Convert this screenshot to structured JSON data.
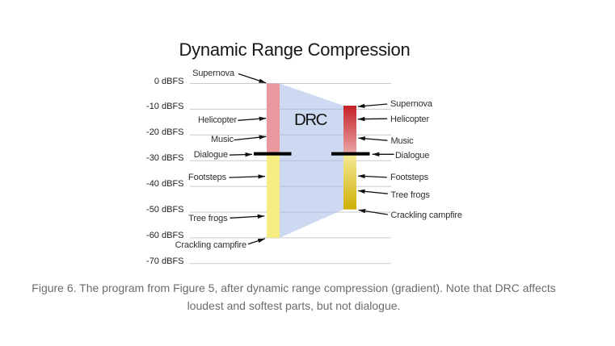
{
  "title": "Dynamic Range Compression",
  "drc_label": "DRC",
  "axis": {
    "unit": "dBFS",
    "ticks": [
      "0 dBFS",
      "-10 dBFS",
      "-20 dBFS",
      "-30 dBFS",
      "-40 dBFS",
      "-50 dBFS",
      "-60 dBFS",
      "-70 dBFS"
    ]
  },
  "labels": {
    "left": [
      "Supernova",
      "Helicopter",
      "Music",
      "Dialogue",
      "Footsteps",
      "Tree frogs",
      "Crackling campfire"
    ],
    "right": [
      "Supernova",
      "Helicopter",
      "Music",
      "Dialogue",
      "Footsteps",
      "Tree frogs",
      "Crackling campfire"
    ]
  },
  "caption": {
    "line1": "Figure 6. The program from Figure 5, after dynamic range compression (gradient). Note that DRC affects",
    "line2": "loudest and softest parts, but not dialogue."
  },
  "colors": {
    "bar_pink": "#e9999d",
    "bar_yellow": "#f6ec84",
    "gradient_red_top": "#c32127",
    "gradient_red_bottom": "#eca7a8",
    "gradient_yellow_top": "#f5ec98",
    "gradient_yellow_bottom": "#cfae06",
    "drc_trapezoid_blue": "#cdd9f0",
    "gridline": "#c9c9c9",
    "gridline_on_blue": "#b3bfd8",
    "dialogue_marker": "#000000",
    "arrow": "#111111",
    "caption_text": "#6b6b70"
  },
  "diagram_data": {
    "type": "before_after_dynamic_range",
    "unit": "dBFS",
    "axis_range": [
      0,
      -70
    ],
    "before_range_dbfs": [
      0,
      -60
    ],
    "after_range_dbfs": [
      -8.6,
      -49
    ],
    "dialogue_level_dbfs": -27.5,
    "items": [
      {
        "name": "Supernova",
        "before_dbfs": 0,
        "after_dbfs": -8.6
      },
      {
        "name": "Helicopter",
        "before_dbfs": -13.5,
        "after_dbfs": -14
      },
      {
        "name": "Music",
        "before_dbfs": -20.5,
        "after_dbfs": -21
      },
      {
        "name": "Dialogue",
        "before_dbfs": -27.5,
        "after_dbfs": -27.5
      },
      {
        "name": "Footsteps",
        "before_dbfs": -36,
        "after_dbfs": -36
      },
      {
        "name": "Tree frogs",
        "before_dbfs": -51.5,
        "after_dbfs": -42
      },
      {
        "name": "Crackling campfire",
        "before_dbfs": -60,
        "after_dbfs": -49
      }
    ]
  }
}
